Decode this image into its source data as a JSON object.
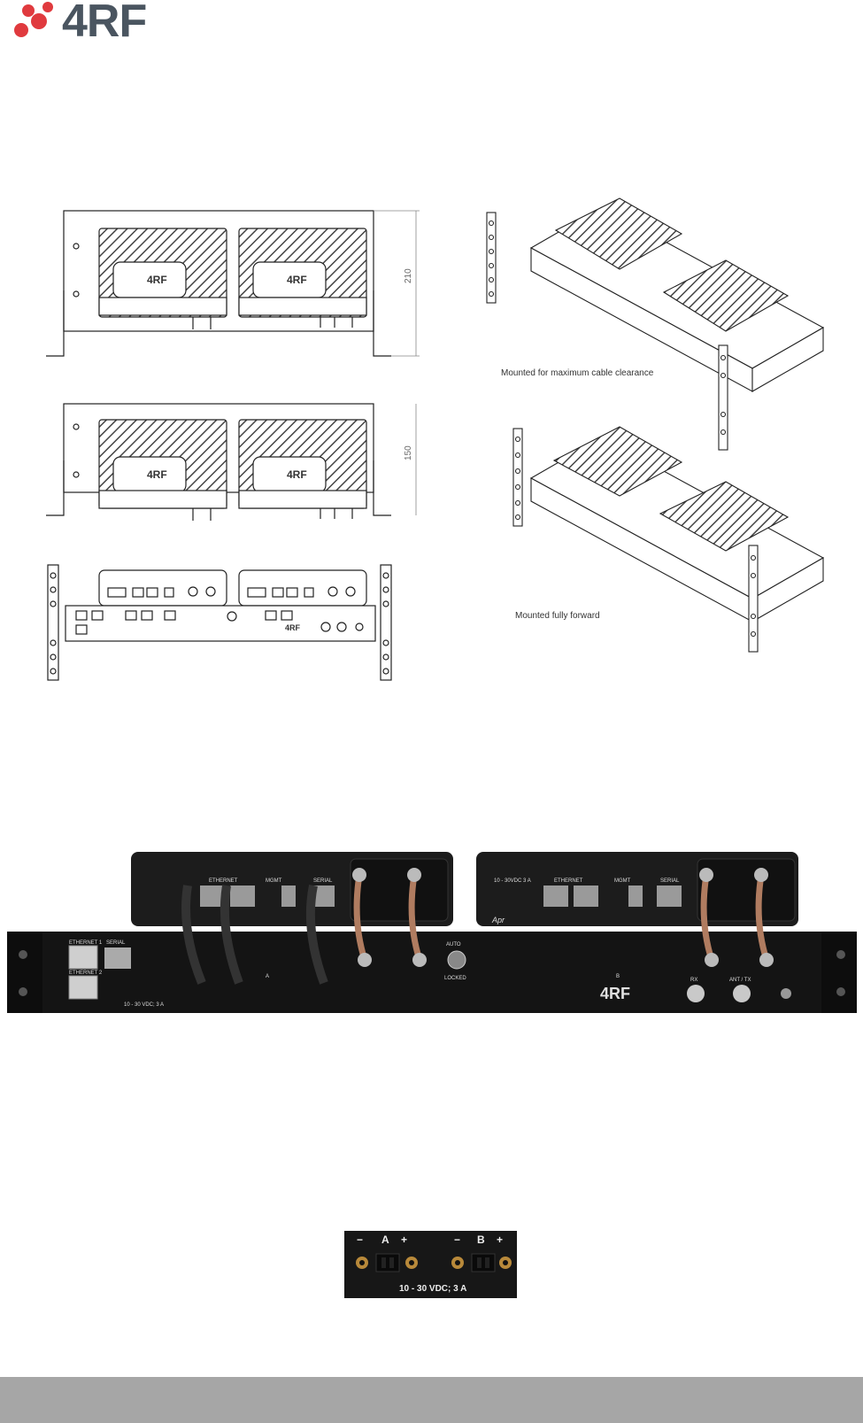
{
  "header": {
    "logo_text": "4RF"
  },
  "drawings": {
    "dim_top": "210",
    "dim_bottom": "150",
    "caption_max": "Mounted for maximum cable clearance",
    "caption_forward": "Mounted fully forward",
    "unit_logo": "4RF"
  },
  "panel_photo": {
    "ethernet1": "ETHERNET 1",
    "ethernet2": "ETHERNET 2",
    "serial": "SERIAL",
    "power": "10 - 30 VDC; 3 A",
    "ethernet": "ETHERNET",
    "mgmt": "MGMT",
    "serial_a": "SERIAL",
    "auto": "AUTO",
    "locked": "LOCKED",
    "side_a": "A",
    "side_b": "B",
    "rx": "RX",
    "ant_tx": "ANT / TX",
    "brand": "4RF",
    "module_power": "10 - 30VDC 3 A",
    "apr": "Apr"
  },
  "power_connector": {
    "minus_a": "−",
    "label_a": "A",
    "plus_a": "+",
    "minus_b": "−",
    "label_b": "B",
    "plus_b": "+",
    "rating": "10 - 30 VDC; 3 A"
  },
  "colors": {
    "logo_red": "#e03a3e",
    "logo_grey": "#4a5560",
    "footer": "#a6a6a6"
  }
}
